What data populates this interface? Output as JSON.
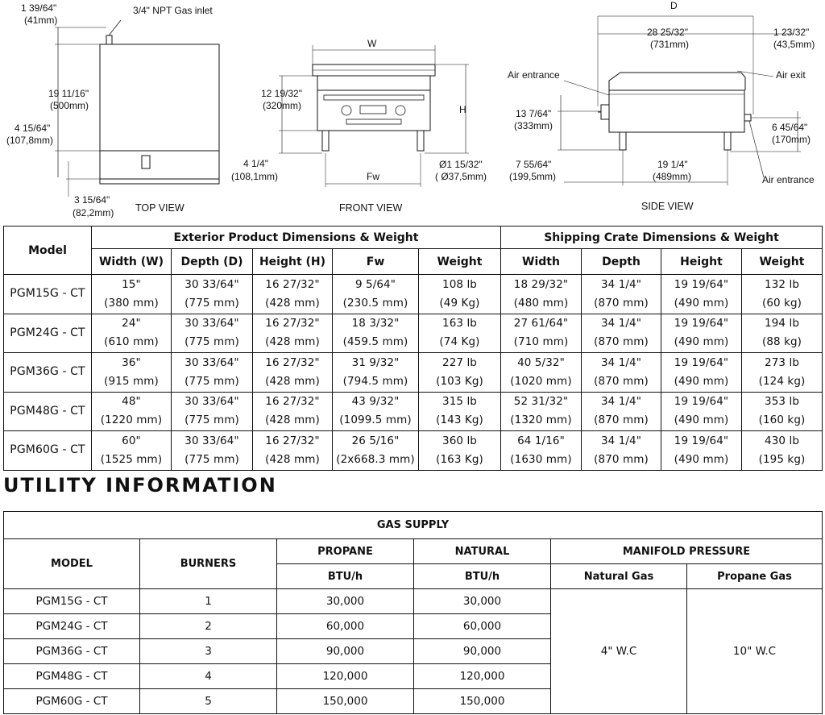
{
  "drawings": {
    "top_view": {
      "label": "TOP VIEW",
      "gas_inlet": "3/4\" NPT Gas inlet",
      "dim_a_in": "1 39/64\"",
      "dim_a_mm": "(41mm)",
      "dim_b_in": "19 11/16\"",
      "dim_b_mm": "(500mm)",
      "dim_c_in": "4 15/64\"",
      "dim_c_mm": "(107,8mm)",
      "dim_d_in": "3 15/64\"",
      "dim_d_mm": "(82,2mm)"
    },
    "front_view": {
      "label": "FRONT VIEW",
      "w": "W",
      "h": "H",
      "fw": "Fw",
      "height_in": "12 19/32\"",
      "height_mm": "(320mm)",
      "leg_in": "4 1/4\"",
      "leg_mm": "(108,1mm)",
      "foot_in": "Ø1 15/32\"",
      "foot_mm": "( Ø37,5mm)"
    },
    "side_view": {
      "label": "SIDE VIEW",
      "d": "D",
      "depth_in": "28 25/32\"",
      "depth_mm": "(731mm)",
      "rear_in": "1 23/32\"",
      "rear_mm": "(43,5mm)",
      "air_entrance_top": "Air entrance",
      "air_exit": "Air exit",
      "front_h_in": "13 7/64\"",
      "front_h_mm": "(333mm)",
      "rear_h_in": "6 45/64\"",
      "rear_h_mm": "(170mm)",
      "base_in": "7 55/64\"",
      "base_mm": "(199,5mm)",
      "legspan_in": "19 1/4\"",
      "legspan_mm": "(489mm)",
      "air_entrance_bottom": "Air entrance"
    }
  },
  "dimensions_table": {
    "model_header": "Model",
    "group_exterior": "Exterior Product Dimensions & Weight",
    "group_shipping": "Shipping Crate Dimensions & Weight",
    "columns": [
      "Width (W)",
      "Depth (D)",
      "Height (H)",
      "Fw",
      "Weight",
      "Width",
      "Depth",
      "Height",
      "Weight"
    ],
    "rows": [
      {
        "model": "PGM15G - CT",
        "cells": [
          [
            "15\"",
            "(380 mm)"
          ],
          [
            "30 33/64\"",
            "(775 mm)"
          ],
          [
            "16 27/32\"",
            "(428 mm)"
          ],
          [
            "9 5/64\"",
            "(230.5 mm)"
          ],
          [
            "108 lb",
            "(49 Kg)"
          ],
          [
            "18 29/32\"",
            "(480 mm)"
          ],
          [
            "34 1/4\"",
            "(870 mm)"
          ],
          [
            "19 19/64\"",
            "(490 mm)"
          ],
          [
            "132 lb",
            "(60 kg)"
          ]
        ]
      },
      {
        "model": "PGM24G - CT",
        "cells": [
          [
            "24\"",
            "(610 mm)"
          ],
          [
            "30 33/64\"",
            "(775 mm)"
          ],
          [
            "16 27/32\"",
            "(428 mm)"
          ],
          [
            "18 3/32\"",
            "(459.5 mm)"
          ],
          [
            "163 lb",
            "(74 Kg)"
          ],
          [
            "27 61/64\"",
            "(710 mm)"
          ],
          [
            "34 1/4\"",
            "(870 mm)"
          ],
          [
            "19 19/64\"",
            "(490 mm)"
          ],
          [
            "194 lb",
            "(88 kg)"
          ]
        ]
      },
      {
        "model": "PGM36G - CT",
        "cells": [
          [
            "36\"",
            "(915 mm)"
          ],
          [
            "30 33/64\"",
            "(775 mm)"
          ],
          [
            "16 27/32\"",
            "(428 mm)"
          ],
          [
            "31 9/32\"",
            "(794.5 mm)"
          ],
          [
            "227 lb",
            "(103 Kg)"
          ],
          [
            "40 5/32\"",
            "(1020 mm)"
          ],
          [
            "34 1/4\"",
            "(870 mm)"
          ],
          [
            "19 19/64\"",
            "(490 mm)"
          ],
          [
            "273 lb",
            "(124 kg)"
          ]
        ]
      },
      {
        "model": "PGM48G - CT",
        "cells": [
          [
            "48\"",
            "(1220 mm)"
          ],
          [
            "30 33/64\"",
            "(775 mm)"
          ],
          [
            "16 27/32\"",
            "(428 mm)"
          ],
          [
            "43 9/32\"",
            "(1099.5 mm)"
          ],
          [
            "315 lb",
            "(143 Kg)"
          ],
          [
            "52 31/32\"",
            "(1320 mm)"
          ],
          [
            "34 1/4\"",
            "(870 mm)"
          ],
          [
            "19 19/64\"",
            "(490 mm)"
          ],
          [
            "353 lb",
            "(160 kg)"
          ]
        ]
      },
      {
        "model": "PGM60G - CT",
        "cells": [
          [
            "60\"",
            "(1525 mm)"
          ],
          [
            "30 33/64\"",
            "(775 mm)"
          ],
          [
            "16 27/32\"",
            "(428 mm)"
          ],
          [
            "26 5/16\"",
            "(2x668.3 mm)"
          ],
          [
            "360 lb",
            "(163 Kg)"
          ],
          [
            "64 1/16\"",
            "(1630 mm)"
          ],
          [
            "34 1/4\"",
            "(870 mm)"
          ],
          [
            "19 19/64\"",
            "(490 mm)"
          ],
          [
            "430 lb",
            "(195 kg)"
          ]
        ]
      }
    ]
  },
  "utility": {
    "heading": "UTILITY INFORMATION",
    "title": "GAS SUPPLY",
    "model_header": "MODEL",
    "burners_header": "BURNERS",
    "propane_header": "PROPANE",
    "natural_header": "NATURAL",
    "manifold_header": "MANIFOLD PRESSURE",
    "btu_propane": "BTU/h",
    "btu_natural": "BTU/h",
    "manifold_natural": "Natural Gas",
    "manifold_propane": "Propane Gas",
    "manifold_natural_value": "4\" W.C",
    "manifold_propane_value": "10\" W.C",
    "rows": [
      {
        "model": "PGM15G - CT",
        "burners": "1",
        "propane": "30,000",
        "natural": "30,000"
      },
      {
        "model": "PGM24G - CT",
        "burners": "2",
        "propane": "60,000",
        "natural": "60,000"
      },
      {
        "model": "PGM36G - CT",
        "burners": "3",
        "propane": "90,000",
        "natural": "90,000"
      },
      {
        "model": "PGM48G - CT",
        "burners": "4",
        "propane": "120,000",
        "natural": "120,000"
      },
      {
        "model": "PGM60G - CT",
        "burners": "5",
        "propane": "150,000",
        "natural": "150,000"
      }
    ]
  }
}
